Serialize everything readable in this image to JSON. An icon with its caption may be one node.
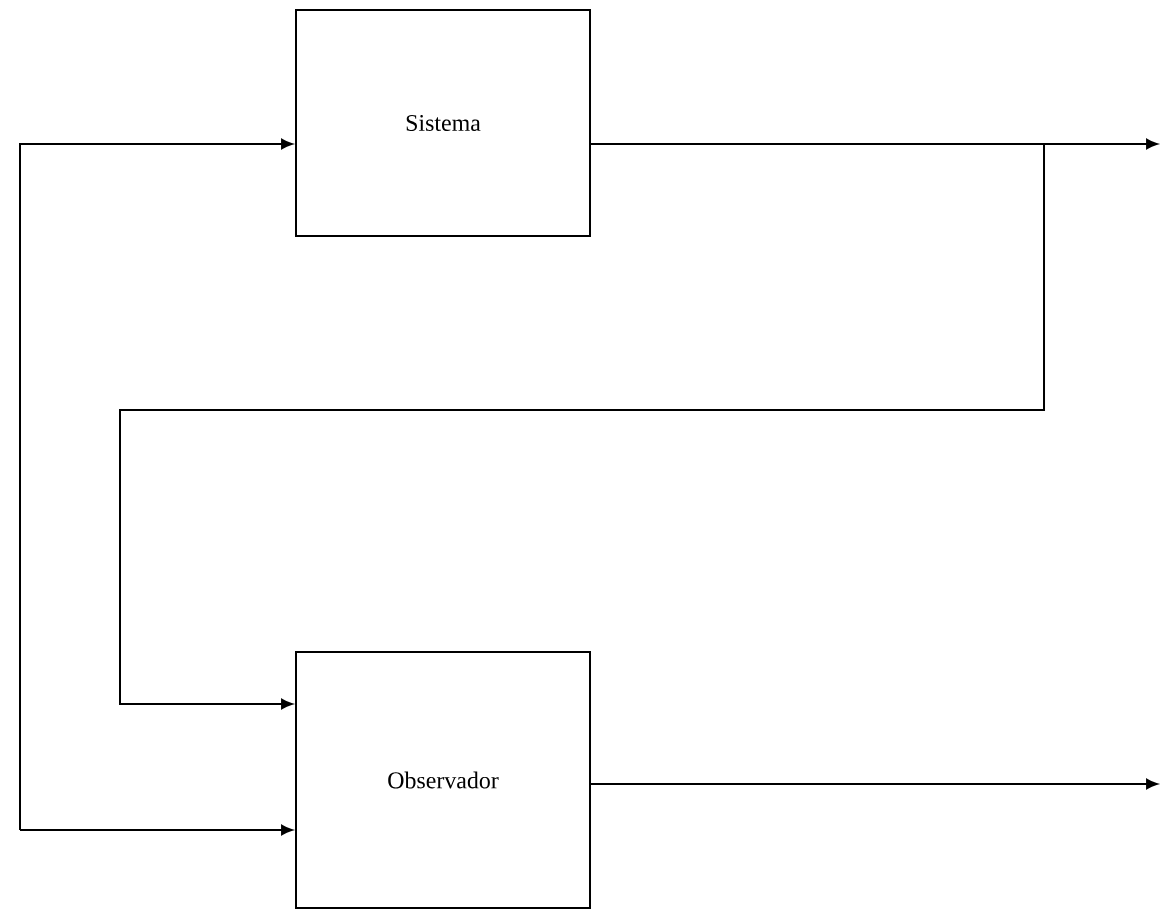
{
  "diagram": {
    "nodes": [
      {
        "text": [
          "Sistema"
        ]
      },
      {
        "text": [
          "Observador"
        ]
      }
    ],
    "edges": [
      {
        "from": null,
        "to": 0,
        "arrow": "to"
      },
      {
        "from": null,
        "to": 1,
        "arrow": "to"
      },
      {
        "from": 0,
        "to": null,
        "arrow": "to"
      },
      {
        "from": 0,
        "to": 1,
        "arrow": "to"
      },
      {
        "from": 1,
        "to": null,
        "arrow": "to"
      }
    ]
  }
}
